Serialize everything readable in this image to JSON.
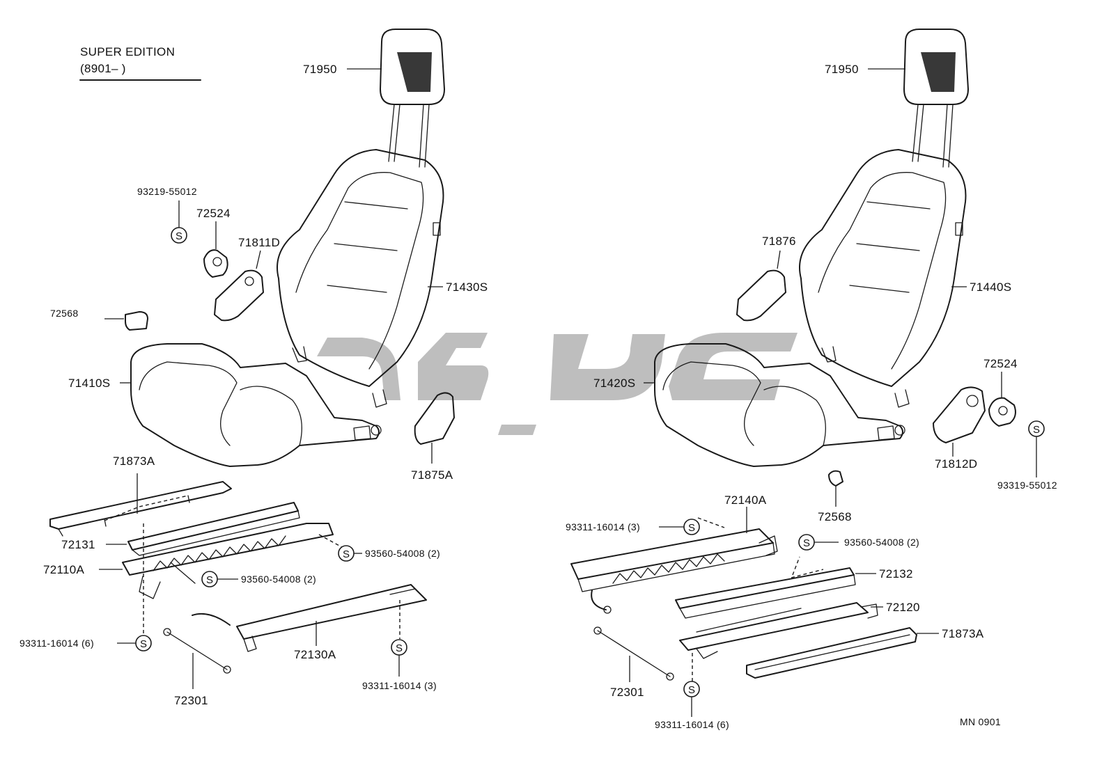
{
  "header": {
    "edition_line1": "SUPER  EDITION",
    "edition_line2": "(8901–        )"
  },
  "footer": {
    "code": "MN  0901"
  },
  "symbols": {
    "standard_part": "S"
  },
  "colors": {
    "line": "#1a1a1a",
    "watermark": "#b3b3b3",
    "background": "#ffffff"
  },
  "left": {
    "headrest": "71950",
    "backrest": "71430S",
    "cushion": "71410S",
    "knob_bolt": "93219-55012",
    "knob": "72524",
    "cover_inner": "71811D",
    "cap": "72568",
    "cover_outer": "71875A",
    "rail_cover": "71873A",
    "rail_inner": "72131",
    "adjuster": "72110A",
    "bolt_rear": "93560-54008 (2)",
    "bolt_mid": "93560-54008 (2)",
    "bolt_front": "93311-16014 (6)",
    "adjuster_outer": "72130A",
    "bolt_outer": "93311-16014 (3)",
    "cable": "72301"
  },
  "right": {
    "headrest": "71950",
    "backrest": "71440S",
    "cushion": "71420S",
    "cover_inner": "71876",
    "knob": "72524",
    "cover_outer": "71812D",
    "knob_bolt": "93319-55012",
    "cap": "72568",
    "adjuster": "72140A",
    "bolt_top": "93311-16014 (3)",
    "bolt_mid": "93560-54008 (2)",
    "rail": "72132",
    "adjuster_outer": "72120",
    "rail_cover": "71873A",
    "cable": "72301",
    "bolt_bottom": "93311-16014 (6)"
  }
}
